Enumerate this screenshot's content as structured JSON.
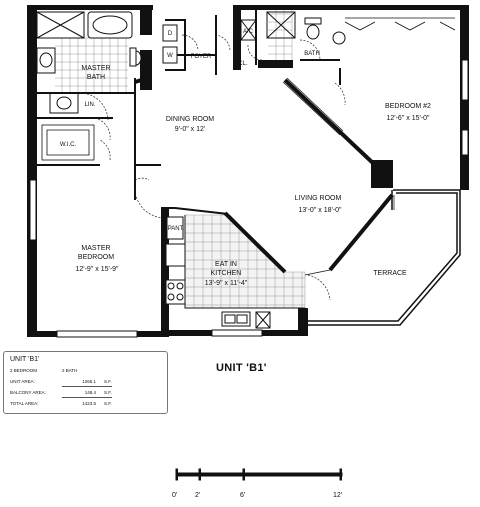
{
  "rooms": {
    "master_bath": {
      "name_line1": "MASTER",
      "name_line2": "BATH"
    },
    "dining_room": {
      "name": "DINING ROOM",
      "dims": "9'-0\" x 12'"
    },
    "bedroom2": {
      "name": "BEDROOM #2",
      "dims": "12'-6\" x 15'-0\""
    },
    "living_room": {
      "name": "LIVING ROOM",
      "dims": "13'-0\" x 18'-0\""
    },
    "master_bedroom": {
      "name_line1": "MASTER",
      "name_line2": "BEDROOM",
      "dims": "12'-9\" x 15'-9\""
    },
    "terrace": {
      "name": "TERRACE"
    },
    "eat_in_kitchen": {
      "name_line1": "EAT IN",
      "name_line2": "KITCHEN",
      "dims": "13'-9\" x 11'-4\""
    },
    "wic": {
      "name": "W.I.C."
    },
    "pantry": {
      "name": "PANT."
    },
    "foyer": {
      "name": "FOYER"
    },
    "bath": {
      "name": "BATH"
    },
    "linen": {
      "name": "LIN."
    },
    "closet_small": {
      "name": "CL."
    },
    "ac": {
      "name": "A/C"
    },
    "dryer": {
      "name": "D"
    },
    "washer": {
      "name": "W"
    }
  },
  "unit_title": "UNIT 'B1'",
  "info_box": {
    "title": "UNIT 'B1'",
    "bedrooms": "2 BEDROOM",
    "baths": "2 BATH",
    "rows": [
      {
        "label": "UNIT AREA:",
        "value": "1265.1",
        "unit": "S.F."
      },
      {
        "label": "BALCONY AREA:",
        "value": "148.4",
        "unit": "S.F."
      },
      {
        "label": "TOTAL AREA:",
        "value": "1423.5",
        "unit": "S.F."
      }
    ]
  },
  "scale": {
    "labels": [
      "0'",
      "2'",
      "6'",
      "12'"
    ]
  }
}
